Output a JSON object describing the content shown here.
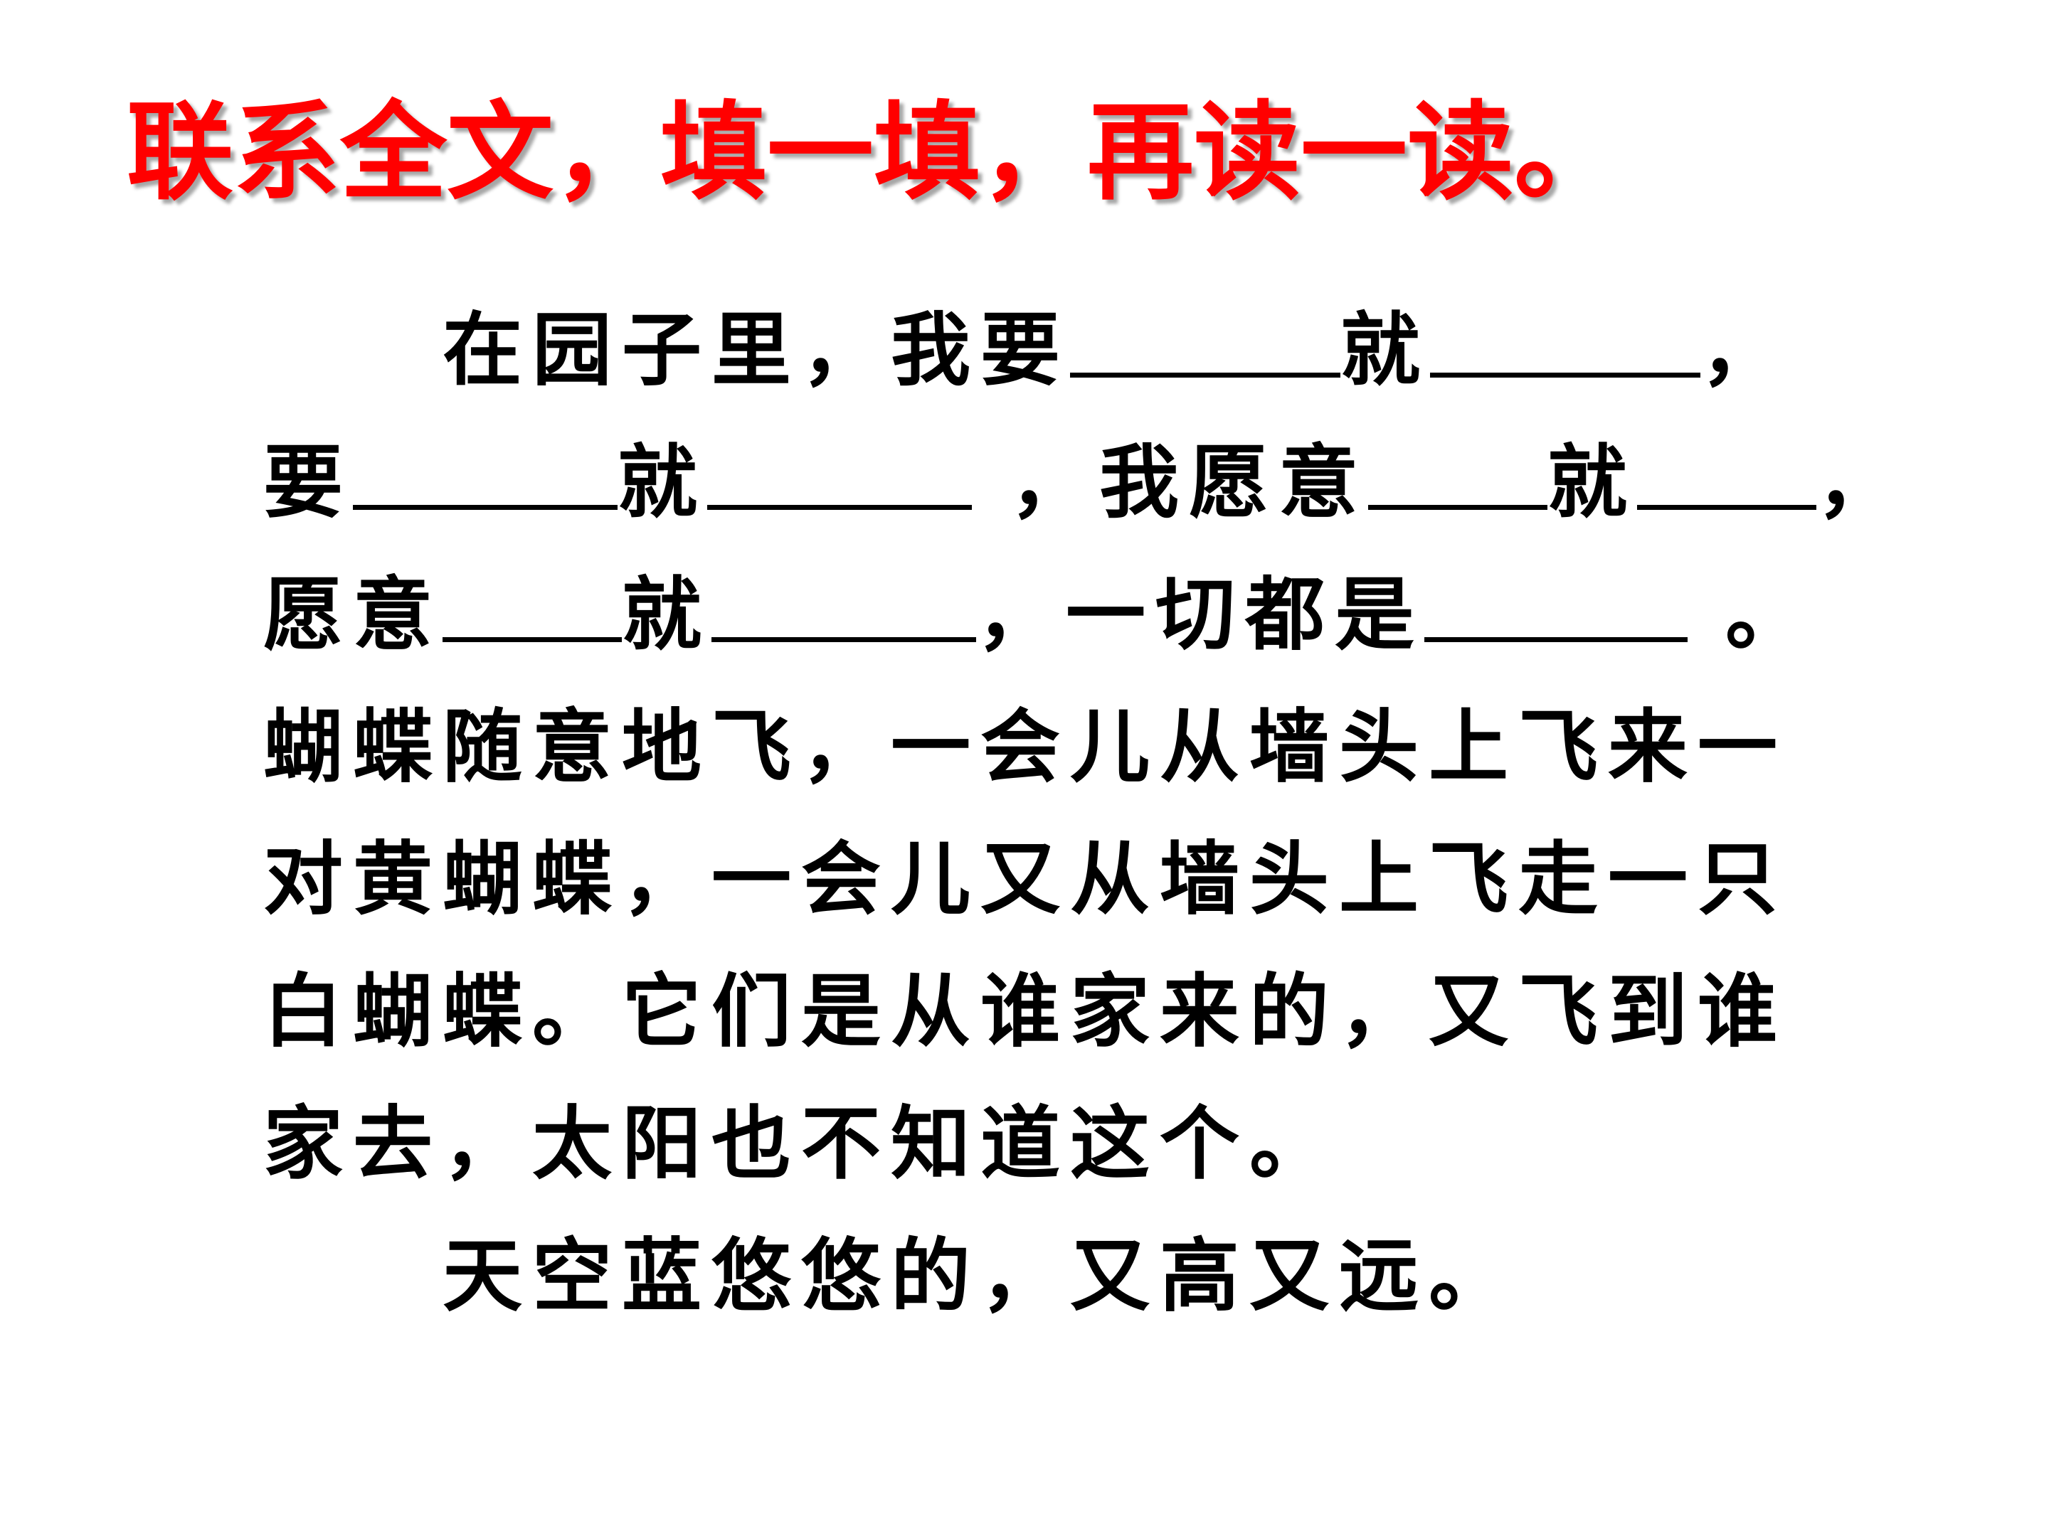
{
  "title": "联系全文，填一填，再读一读。",
  "fill": {
    "l1_a": "在园子里，我要",
    "l1_b": "就",
    "l1_c": "，",
    "l2_a": "要",
    "l2_b": "就",
    "l2_c": " ，我愿意",
    "l2_d": "就",
    "l2_e": "，",
    "l3_a": "愿意",
    "l3_b": "就",
    "l3_c": "，一切都是",
    "l3_d": " 。"
  },
  "passage": [
    "蝴蝶随意地飞，一会儿从墙头上飞来一",
    "对黄蝴蝶，一会儿又从墙头上飞走一只",
    "白蝴蝶。它们是从谁家来的，又飞到谁",
    "家去，太阳也不知道这个。"
  ],
  "closing": "天空蓝悠悠的，又高又远。"
}
